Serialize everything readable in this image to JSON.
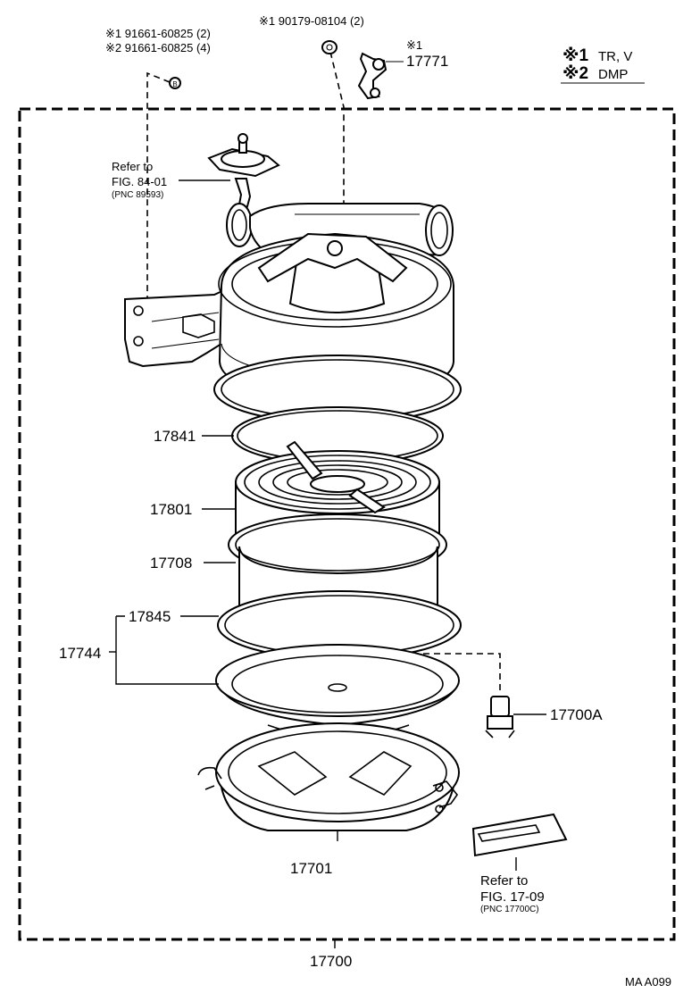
{
  "header": {
    "hw1_line1": "※1 91661-60825 (2)",
    "hw1_line2": "※2 91661-60825 (4)",
    "hw2": "※1 90179-08104 (2)",
    "hw3_note": "※1",
    "hw3_part": "17771"
  },
  "legend": {
    "line1_mark": "※1",
    "line1_text": "TR, V",
    "line2_mark": "※2",
    "line2_text": "DMP"
  },
  "refs": {
    "top_line1": "Refer to",
    "top_line2": "FIG. 84-01",
    "top_line3": "(PNC 89593)",
    "bottom_line1": "Refer to",
    "bottom_line2": "FIG. 17-09",
    "bottom_line3": "(PNC 17700C)"
  },
  "parts": {
    "p17841": "17841",
    "p17801": "17801",
    "p17708": "17708",
    "p17845": "17845",
    "p17744": "17744",
    "p17700A": "17700A",
    "p17701": "17701",
    "p17700": "17700",
    "bolt_badge": "B"
  },
  "footer": {
    "code": "MA A099"
  }
}
